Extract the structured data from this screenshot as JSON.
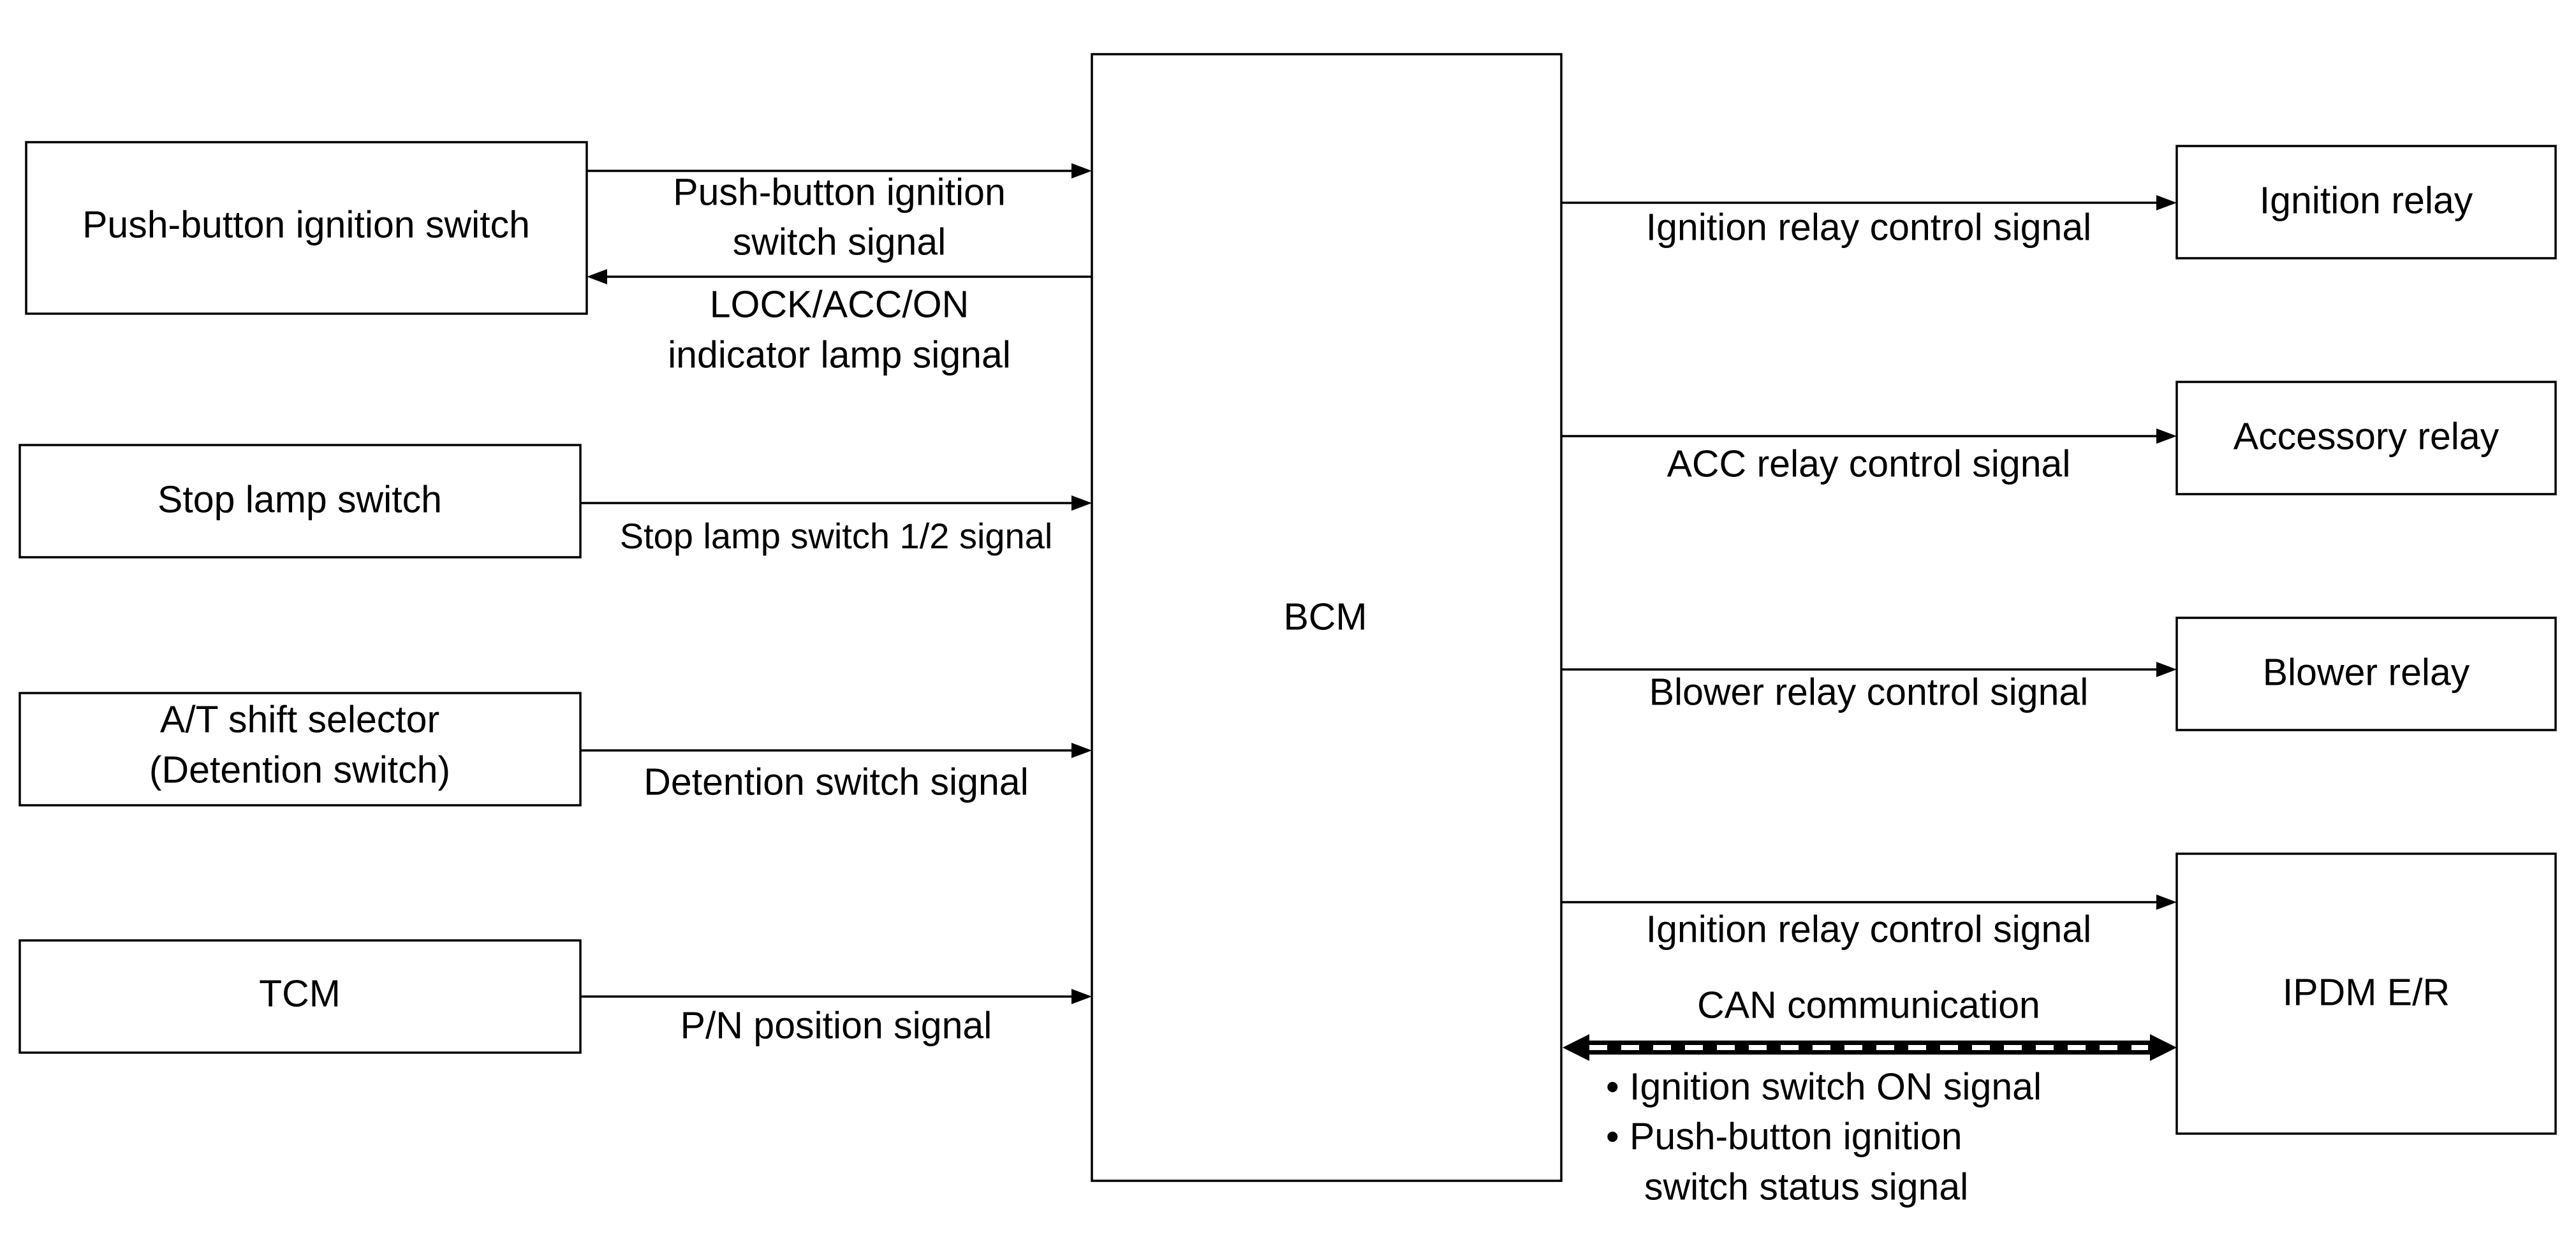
{
  "blocks": {
    "push_button_switch": "Push-button ignition switch",
    "stop_lamp_switch": "Stop lamp switch",
    "at_shift_selector": [
      "A/T shift selector",
      "(Detention switch)"
    ],
    "tcm": "TCM",
    "bcm": "BCM",
    "ignition_relay": "Ignition relay",
    "accessory_relay": "Accessory relay",
    "blower_relay": "Blower relay",
    "ipdm": "IPDM E/R"
  },
  "signals": {
    "push_button_signal": [
      "Push-button ignition",
      "switch signal"
    ],
    "indicator_lamp_signal": [
      "LOCK/ACC/ON",
      "indicator lamp signal"
    ],
    "stop_lamp_signal": "Stop lamp switch 1/2 signal",
    "detention_signal": "Detention switch signal",
    "pn_position_signal": "P/N position signal",
    "ignition_relay_signal": "Ignition relay control signal",
    "acc_relay_signal": "ACC relay control signal",
    "blower_relay_signal": "Blower relay control signal",
    "ipdm_ignition_relay_signal": "Ignition relay control signal",
    "can_communication": "CAN communication",
    "can_items": [
      "• Ignition switch ON signal",
      "• Push-button ignition",
      "switch status signal"
    ]
  }
}
